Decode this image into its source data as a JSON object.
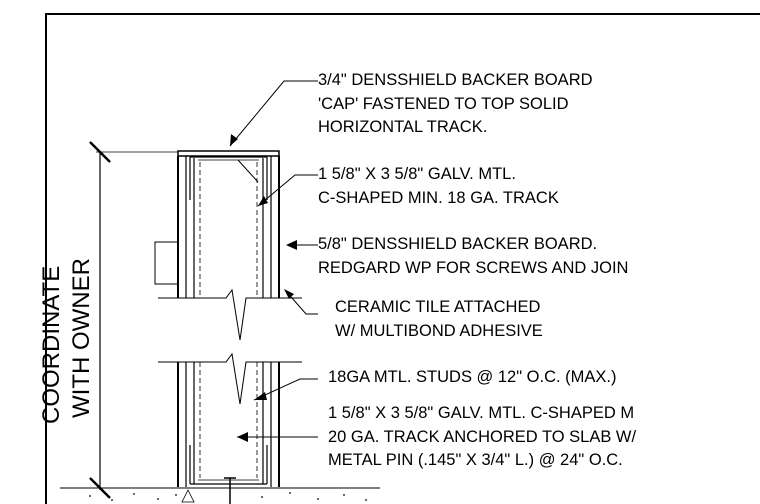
{
  "side_note": {
    "line1": "COORDINATE",
    "line2": "WITH OWNER"
  },
  "notes": [
    {
      "lines": [
        "3/4\" DENSSHIELD BACKER BOARD",
        "'CAP' FASTENED TO TOP SOLID",
        "HORIZONTAL TRACK."
      ]
    },
    {
      "lines": [
        "1 5/8\" X 3 5/8\" GALV. MTL.",
        "C-SHAPED MIN. 18 GA. TRACK"
      ]
    },
    {
      "lines": [
        "5/8\" DENSSHIELD BACKER BOARD.",
        "REDGARD WP FOR SCREWS AND JOIN"
      ]
    },
    {
      "lines": [
        "CERAMIC TILE ATTACHED",
        "W/ MULTIBOND ADHESIVE"
      ]
    },
    {
      "lines": [
        "18GA MTL. STUDS @ 12\" O.C. (MAX.)"
      ]
    },
    {
      "lines": [
        "1 5/8\" X 3 5/8\" GALV. MTL. C-SHAPED M",
        "20 GA. TRACK ANCHORED TO SLAB W/",
        "METAL PIN (.145\" X 3/4\" L.) @ 24\" O.C."
      ]
    }
  ]
}
